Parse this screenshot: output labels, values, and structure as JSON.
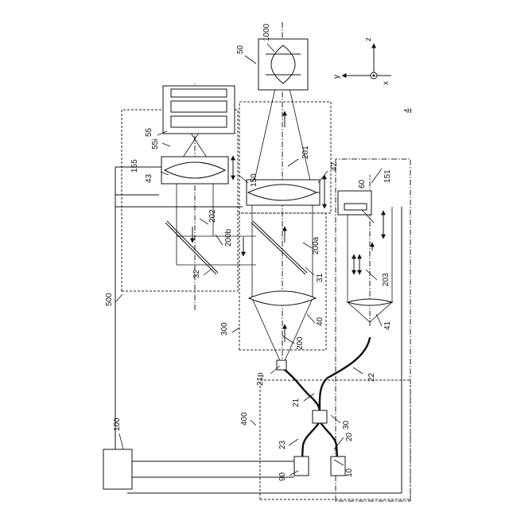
{
  "figure": {
    "number": "4",
    "axes": {
      "z": "z",
      "y": "y",
      "x": "x"
    },
    "labels": {
      "l1000": "1000",
      "l50": "50",
      "l55": "55",
      "l55i": "55i",
      "l155": "155",
      "l43": "43",
      "l150": "150",
      "l201": "201",
      "l42": "42",
      "l60": "60",
      "l151": "151",
      "l500": "500",
      "l202": "202",
      "l200b": "200b",
      "l200a": "200a",
      "l32": "32",
      "l31": "31",
      "l203": "203",
      "l300": "300",
      "l40": "40",
      "l41": "41",
      "l200": "200",
      "l21p": "21p",
      "l22": "22",
      "l21": "21",
      "l400": "400",
      "l30": "30",
      "l100": "100",
      "l23": "23",
      "l20": "20",
      "l90": "90",
      "l10": "10"
    }
  }
}
